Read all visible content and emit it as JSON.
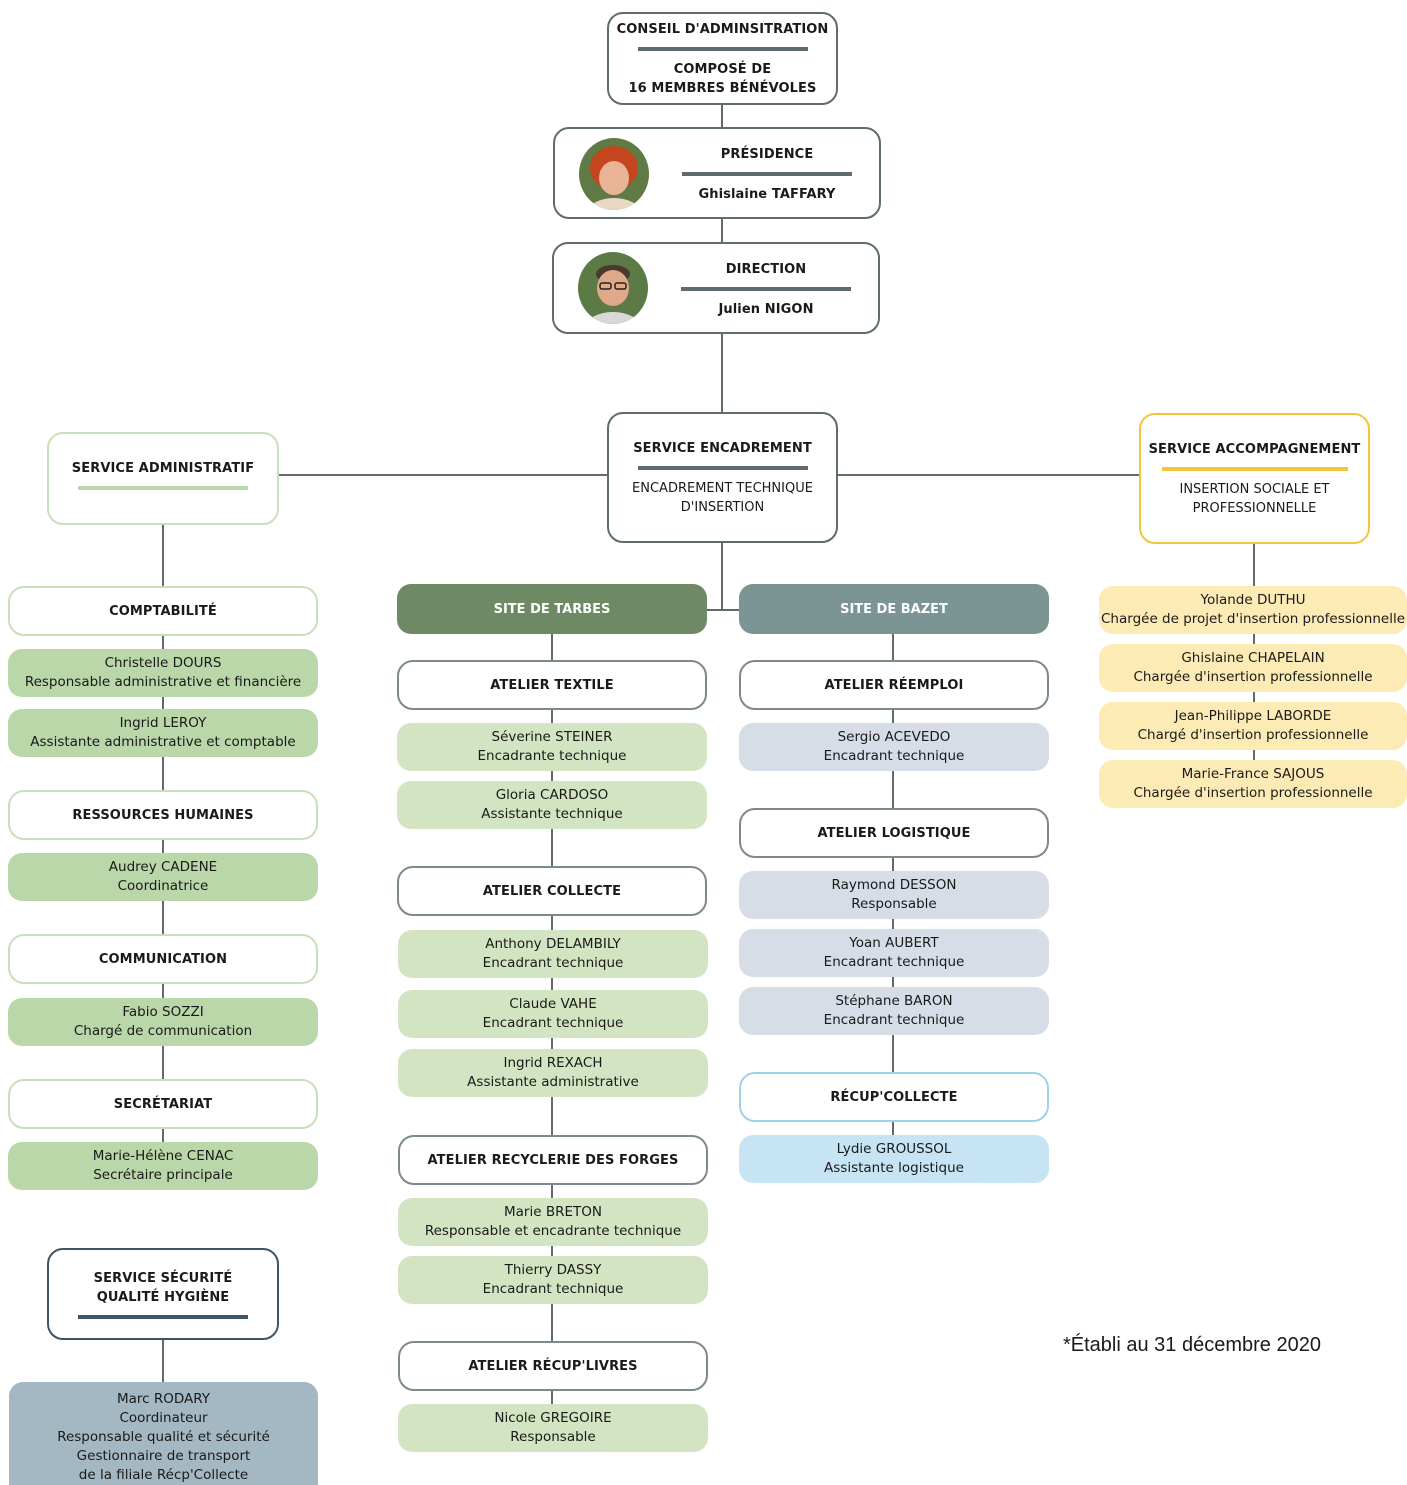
{
  "conseil": {
    "title": "CONSEIL D'ADMINSITRATION",
    "line1": "COMPOSÉ DE",
    "line2": "16 MEMBRES BÉNÉVOLES"
  },
  "presidence": {
    "title": "PRÉSIDENCE",
    "name": "Ghislaine TAFFARY"
  },
  "direction": {
    "title": "DIRECTION",
    "name": "Julien NIGON"
  },
  "encadrement": {
    "title": "SERVICE ENCADREMENT",
    "line1": "ENCADREMENT TECHNIQUE",
    "line2": "D'INSERTION"
  },
  "administratif": {
    "title": "SERVICE ADMINISTRATIF"
  },
  "accompagnement": {
    "title": "SERVICE ACCOMPAGNEMENT",
    "line1": "INSERTION SOCIALE ET",
    "line2": "PROFESSIONNELLE"
  },
  "securite": {
    "title1": "SERVICE SÉCURITÉ",
    "title2": "QUALITÉ HYGIÈNE"
  },
  "admin_col": {
    "comptabilite": "COMPTABILITÉ",
    "p1": {
      "name": "Christelle DOURS",
      "role": "Responsable administrative et financière"
    },
    "p2": {
      "name": "Ingrid LEROY",
      "role": "Assistante administrative et comptable"
    },
    "rh": "RESSOURCES HUMAINES",
    "p3": {
      "name": "Audrey CADENE",
      "role": "Coordinatrice"
    },
    "communication": "COMMUNICATION",
    "p4": {
      "name": "Fabio SOZZI",
      "role": "Chargé de communication"
    },
    "secretariat": "SECRÉTARIAT",
    "p5": {
      "name": "Marie-Hélène CENAC",
      "role": "Secrétaire principale"
    },
    "securite_person": [
      "Marc RODARY",
      "Coordinateur",
      "Responsable qualité et sécurité",
      "Gestionnaire de transport",
      "de la filiale Récp'Collecte"
    ]
  },
  "tarbes": {
    "site": "SITE DE TARBES",
    "textile": "ATELIER TEXTILE",
    "t1": {
      "name": "Séverine STEINER",
      "role": "Encadrante technique"
    },
    "t2": {
      "name": "Gloria CARDOSO",
      "role": "Assistante technique"
    },
    "collecte": "ATELIER COLLECTE",
    "c1": {
      "name": "Anthony DELAMBILY",
      "role": "Encadrant technique"
    },
    "c2": {
      "name": "Claude VAHE",
      "role": "Encadrant technique"
    },
    "c3": {
      "name": "Ingrid REXACH",
      "role": "Assistante administrative"
    },
    "recyclerie": "ATELIER RECYCLERIE DES FORGES",
    "r1": {
      "name": "Marie BRETON",
      "role": "Responsable et encadrante technique"
    },
    "r2": {
      "name": "Thierry DASSY",
      "role": "Encadrant technique"
    },
    "livres": "ATELIER RÉCUP'LIVRES",
    "l1": {
      "name": "Nicole GREGOIRE",
      "role": "Responsable"
    }
  },
  "bazet": {
    "site": "SITE DE BAZET",
    "reemploi": "ATELIER RÉEMPLOI",
    "e1": {
      "name": "Sergio ACEVEDO",
      "role": "Encadrant technique"
    },
    "logistique": "ATELIER LOGISTIQUE",
    "g1": {
      "name": "Raymond DESSON",
      "role": "Responsable"
    },
    "g2": {
      "name": "Yoan AUBERT",
      "role": "Encadrant technique"
    },
    "g3": {
      "name": "Stéphane BARON",
      "role": "Encadrant technique"
    },
    "recup": "RÉCUP'COLLECTE",
    "k1": {
      "name": "Lydie GROUSSOL",
      "role": "Assistante logistique"
    }
  },
  "accomp_col": {
    "a1": {
      "name": "Yolande DUTHU",
      "role": "Chargée de projet d'insertion professionnelle"
    },
    "a2": {
      "name": "Ghislaine CHAPELAIN",
      "role": "Chargée d'insertion professionnelle"
    },
    "a3": {
      "name": "Jean-Philippe LABORDE",
      "role": "Chargé d'insertion professionnelle"
    },
    "a4": {
      "name": "Marie-France SAJOUS",
      "role": "Chargée d'insertion professionnelle"
    }
  },
  "footnote": "*Établi au 31 décembre 2020",
  "colors": {
    "tarbes": "#6e8a64",
    "bazet": "#7b9494",
    "accent_yellow": "#f3c63a",
    "admin_green": "#b9d7a8",
    "dark": "#5f6b6f"
  }
}
